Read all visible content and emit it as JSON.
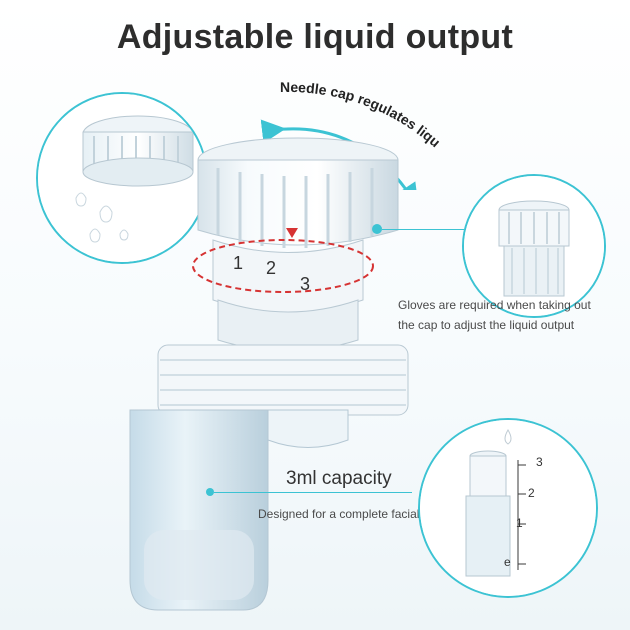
{
  "title": "Adjustable liquid output",
  "arrow_label": "Needle cap regulates liquid output",
  "scale_marks": [
    "1",
    "2",
    "3"
  ],
  "gloves_note_line1": "Gloves are required when taking out",
  "gloves_note_line2": "the cap to adjust the liquid output",
  "capacity_title": "3ml capacity",
  "capacity_desc": "Designed for a complete facial care",
  "bottle_scale": [
    "3",
    "2",
    "1",
    "e"
  ],
  "colors": {
    "accent": "#3cc3d3",
    "highlight": "#d63333",
    "title": "#2d2d2d"
  }
}
